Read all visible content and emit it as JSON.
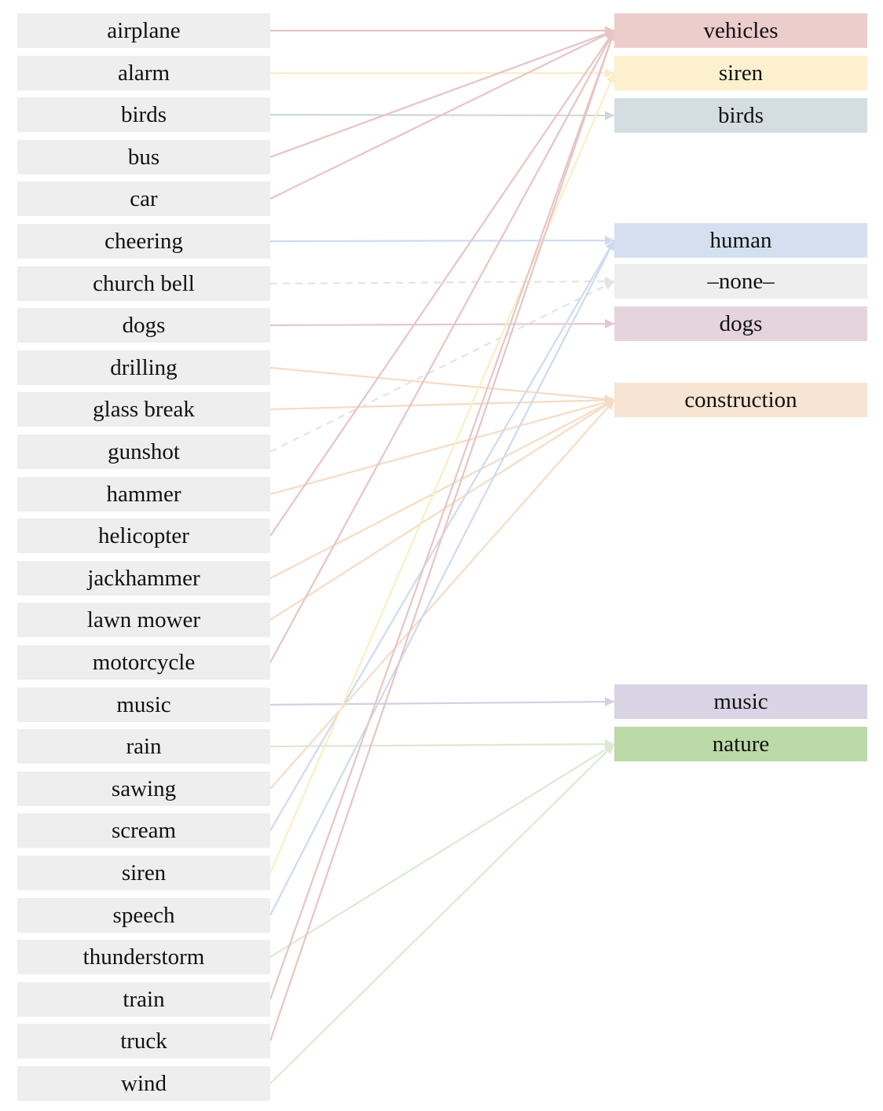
{
  "sources": [
    {
      "label": "airplane",
      "target": "vehicles"
    },
    {
      "label": "alarm",
      "target": "siren"
    },
    {
      "label": "birds",
      "target": "birds"
    },
    {
      "label": "bus",
      "target": "vehicles"
    },
    {
      "label": "car",
      "target": "vehicles"
    },
    {
      "label": "cheering",
      "target": "human"
    },
    {
      "label": "church bell",
      "target": "none"
    },
    {
      "label": "dogs",
      "target": "dogs"
    },
    {
      "label": "drilling",
      "target": "construction"
    },
    {
      "label": "glass break",
      "target": "construction"
    },
    {
      "label": "gunshot",
      "target": "none"
    },
    {
      "label": "hammer",
      "target": "construction"
    },
    {
      "label": "helicopter",
      "target": "vehicles"
    },
    {
      "label": "jackhammer",
      "target": "construction"
    },
    {
      "label": "lawn mower",
      "target": "construction"
    },
    {
      "label": "motorcycle",
      "target": "vehicles"
    },
    {
      "label": "music",
      "target": "music"
    },
    {
      "label": "rain",
      "target": "nature"
    },
    {
      "label": "sawing",
      "target": "construction"
    },
    {
      "label": "scream",
      "target": "human"
    },
    {
      "label": "siren",
      "target": "siren"
    },
    {
      "label": "speech",
      "target": "human"
    },
    {
      "label": "thunderstorm",
      "target": "nature"
    },
    {
      "label": "train",
      "target": "vehicles"
    },
    {
      "label": "truck",
      "target": "vehicles"
    },
    {
      "label": "wind",
      "target": "nature"
    }
  ],
  "targets": [
    {
      "id": "vehicles",
      "label": "vehicles",
      "fill": "#edcccc",
      "line": "#e8c4c4"
    },
    {
      "id": "siren",
      "label": "siren",
      "fill": "#fcf0cf",
      "line": "#fbedc4"
    },
    {
      "id": "birds",
      "label": "birds",
      "fill": "#d4dee2",
      "line": "#ccd8dc"
    },
    {
      "id": "human",
      "label": "human",
      "fill": "#d4e0f0",
      "line": "#cddbef"
    },
    {
      "id": "none",
      "label": "–none–",
      "fill": "#eeeeee",
      "line": "#e4e4e4",
      "dashed": true
    },
    {
      "id": "dogs",
      "label": "dogs",
      "fill": "#e6d4dc",
      "line": "#e2c8d4"
    },
    {
      "id": "construction",
      "label": "construction",
      "fill": "#f8e4d2",
      "line": "#f6dcc4"
    },
    {
      "id": "music",
      "label": "music",
      "fill": "#d8d4e6",
      "line": "#d4cfe3"
    },
    {
      "id": "nature",
      "label": "nature",
      "fill": "#bcd9a8",
      "line": "#dde9d2"
    }
  ]
}
